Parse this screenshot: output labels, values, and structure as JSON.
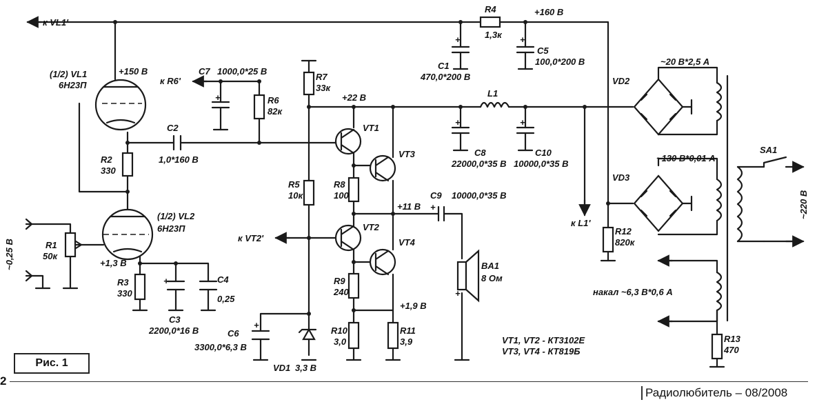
{
  "figure_label": "Рис. 1",
  "page_number": "2",
  "journal": "Радиолюбитель – 08/2008",
  "nets": {
    "vl1_out": "к VL1'",
    "r6_out": "к R6'",
    "vt2_out": "к VT2'",
    "l1_out": "к L1'",
    "plus160": "+160 В",
    "plus150": "+150 В",
    "plus22": "+22 В",
    "plus11": "+11 В",
    "plus1_9": "+1,9 В",
    "plus1_3": "+1,3 В",
    "input": "~0,25 В",
    "mains": "~220 В"
  },
  "tubes": {
    "vl1_name": "(1/2) VL1",
    "vl1_type": "6Н23П",
    "vl2_name": "(1/2) VL2",
    "vl2_type": "6Н23П"
  },
  "parts": {
    "r1": "R1",
    "r1_v": "50к",
    "r2": "R2",
    "r2_v": "330",
    "r3": "R3",
    "r3_v": "330",
    "r4": "R4",
    "r4_v": "1,3к",
    "r5": "R5",
    "r5_v": "10к",
    "r6": "R6",
    "r6_v": "82к",
    "r7": "R7",
    "r7_v": "33к",
    "r8": "R8",
    "r8_v": "100",
    "r9": "R9",
    "r9_v": "240",
    "r10": "R10",
    "r10_v": "3,0",
    "r11": "R11",
    "r11_v": "3,9",
    "r12": "R12",
    "r12_v": "820к",
    "r13": "R13",
    "r13_v": "470",
    "c1": "C1",
    "c1_v": "470,0*200 В",
    "c2": "C2",
    "c2_v": "1,0*160 В",
    "c3": "C3",
    "c3_v": "2200,0*16 В",
    "c4": "C4",
    "c4_v": "0,25",
    "c5": "C5",
    "c5_v": "100,0*200 В",
    "c6": "C6",
    "c6_v": "3300,0*6,3 В",
    "c7": "C7",
    "c7_v": "1000,0*25 В",
    "c8": "C8",
    "c8_v": "22000,0*35 В",
    "c9": "C9",
    "c9_v": "10000,0*35 В",
    "c10": "C10",
    "c10_v": "10000,0*35 В",
    "l1": "L1",
    "vt1": "VT1",
    "vt2": "VT2",
    "vt3": "VT3",
    "vt4": "VT4",
    "vd1": "VD1",
    "vd1_v": "3,3 В",
    "vd2": "VD2",
    "vd3": "VD3",
    "ba1": "BA1",
    "ba1_v": "8 Ом",
    "sa1": "SA1",
    "plus": "+"
  },
  "transformer": {
    "w1": "~20 В*2,5 А",
    "w2": "~130 В*0,01 А",
    "w3": "накал ~6,3 В*0,6 А"
  },
  "notes": {
    "line1": "VT1, VT2 - КТ3102Е",
    "line2": "VT3, VT4 - КТ819Б"
  }
}
